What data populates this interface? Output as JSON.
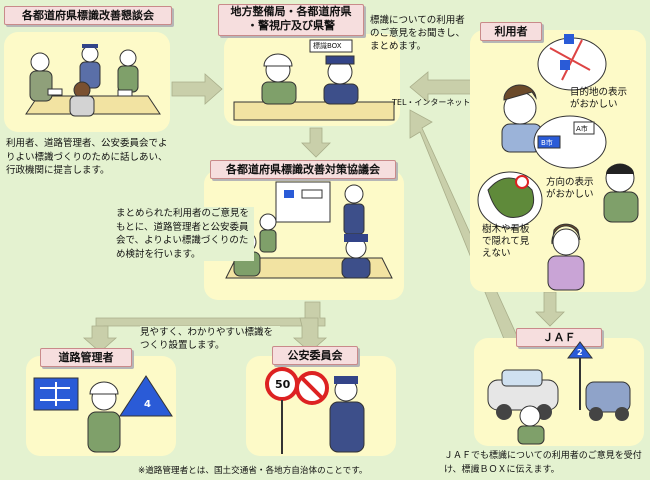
{
  "labels": {
    "council": "各都道府県標識改善懇談会",
    "agencies": "地方整備局・各都道府県\n・警視庁及び県警",
    "users": "利用者",
    "committee": "各都道府県標識改善対策協議会",
    "road_admin": "道路管理者",
    "public_safety": "公安委員会",
    "jaf": "ＪＡＦ"
  },
  "texts": {
    "council_desc": "利用者、道路管理者、公安委員会でよりよい標識づくりのために話しあい、行政機関に提言します。",
    "agencies_desc": "標識についての利用者のご意見をお聞きし、まとめます。",
    "contact_channels": "TEL・インターネット・ハガキ",
    "committee_desc": "まとめられた利用者のご意見をもとに、道路管理者と公安委員会で、よりよい標識づくりのため検討を行います。",
    "install_desc": "見やすく、わかりやすい標識をつくり設置します。",
    "jaf_desc": "ＪＡＦでも標識についての利用者のご意見を受付け、標識ＢＯＸに伝えます。",
    "footnote": "※道路管理者とは、国土交通省・各地方自治体のことです。"
  },
  "bubbles": {
    "destination": "目的地の表示\nがおかしい",
    "direction": "方向の表示\nがおかしい",
    "trees": "樹木や看板\nで隠れて見\nえない"
  },
  "sign_texts": {
    "box": "標識BOX",
    "a_city": "A市",
    "b_city": "B市",
    "speed": "50",
    "route": "4",
    "route2": "2"
  },
  "colors": {
    "background": "#e4f2d0",
    "panel": "#fdfac8",
    "label_fill": "#f6dede",
    "arrow": "#c9cfaa",
    "sign_blue": "#2a5bd7"
  }
}
